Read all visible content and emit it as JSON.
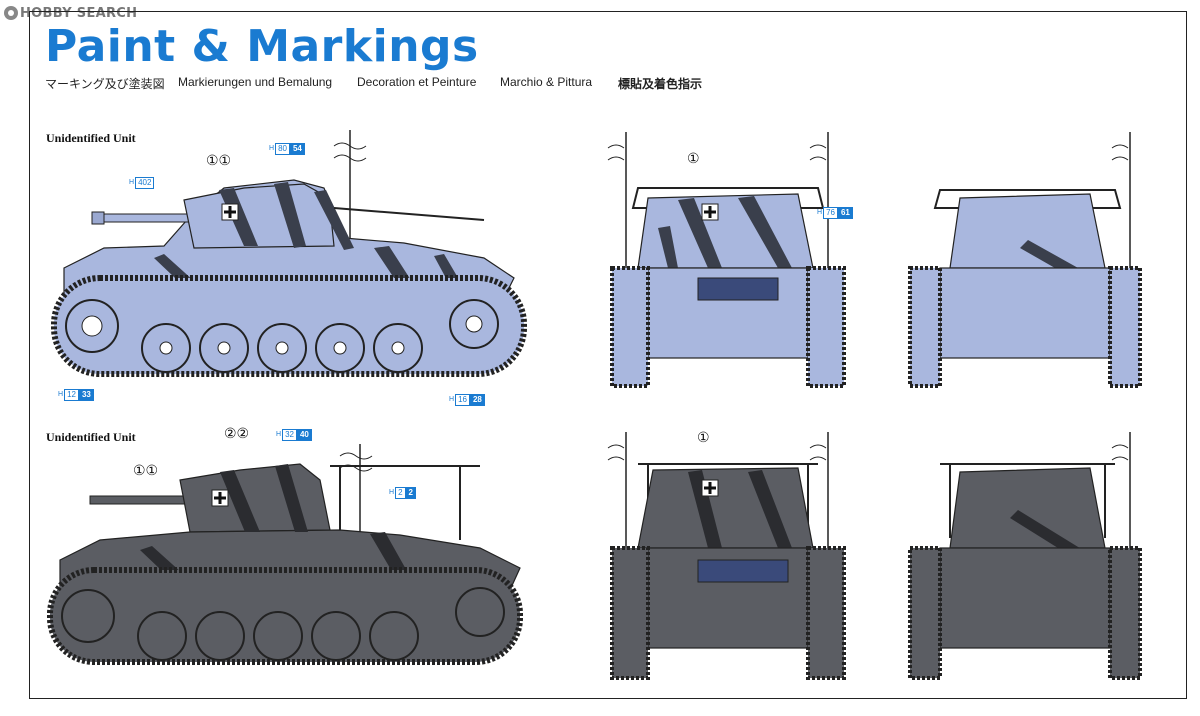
{
  "watermark": {
    "text": "HOBBY SEARCH"
  },
  "title": "Paint & Markings",
  "subtitles": [
    "マーキング及び塗装図",
    "Markierungen und Bemalung",
    "Decoration et Peinture",
    "Marchio & Pittura",
    "標貼及着色指示"
  ],
  "sections": [
    {
      "label": "Unidentified Unit"
    },
    {
      "label": "Unidentified Unit"
    }
  ],
  "paint_refs": [
    {
      "h": "H",
      "a": "402",
      "b": ""
    },
    {
      "h": "H",
      "a": "80",
      "b": "54"
    },
    {
      "h": "H",
      "a": "12",
      "b": "33"
    },
    {
      "h": "H",
      "a": "16",
      "b": "28"
    },
    {
      "h": "H",
      "a": "76",
      "b": "61"
    },
    {
      "h": "H",
      "a": "32",
      "b": "40"
    },
    {
      "h": "H",
      "a": "2",
      "b": "2"
    }
  ],
  "callouts": {
    "top_side": "①①",
    "top_front": "①",
    "bottom_side_turret_top": "②②",
    "bottom_side_turret": "①①",
    "bottom_front": "①"
  },
  "colors": {
    "title_blue": "#1a7bd1",
    "light_scheme_base": "#a9b7de",
    "light_scheme_stripe": "#3a3f4c",
    "dark_scheme_base": "#5b5d63",
    "dark_scheme_stripe": "#2b2c30"
  }
}
